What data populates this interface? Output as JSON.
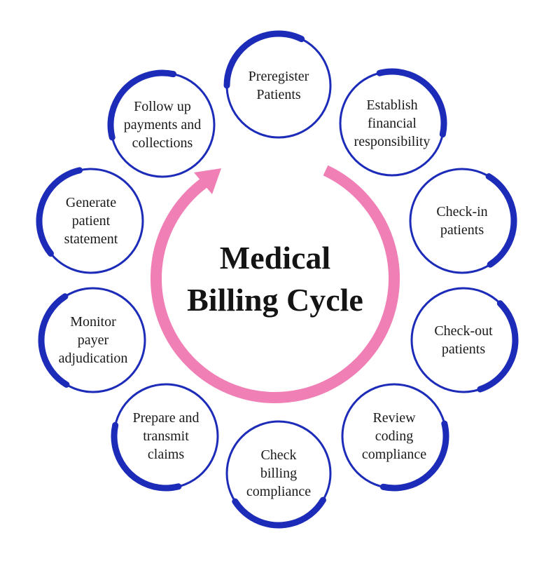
{
  "title": {
    "text": "Medical\nBilling Cycle"
  },
  "nodes": [
    {
      "id": "preregister-patients",
      "label": "Preregister\nPatients"
    },
    {
      "id": "establish-financial-responsibility",
      "label": "Establish\nfinancial\nresponsibility"
    },
    {
      "id": "check-in-patients",
      "label": "Check-in\npatients"
    },
    {
      "id": "check-out-patients",
      "label": "Check-out\npatients"
    },
    {
      "id": "review-coding-compliance",
      "label": "Review\ncoding\ncompliance"
    },
    {
      "id": "check-billing-compliance",
      "label": "Check\nbilling\ncompliance"
    },
    {
      "id": "prepare-and-transmit-claims",
      "label": "Prepare and\ntransmit\nclaims"
    },
    {
      "id": "monitor-payer-adjudication",
      "label": "Monitor\npayer\nadjudication"
    },
    {
      "id": "generate-patient-statement",
      "label": "Generate\npatient\nstatement"
    },
    {
      "id": "follow-up-payments-collections",
      "label": "Follow up\npayments and\ncollections"
    }
  ],
  "colors": {
    "circle": "#1d2cb8",
    "arrow": "#f07fb5",
    "text": "#1a1a1a",
    "background": "#ffffff"
  }
}
